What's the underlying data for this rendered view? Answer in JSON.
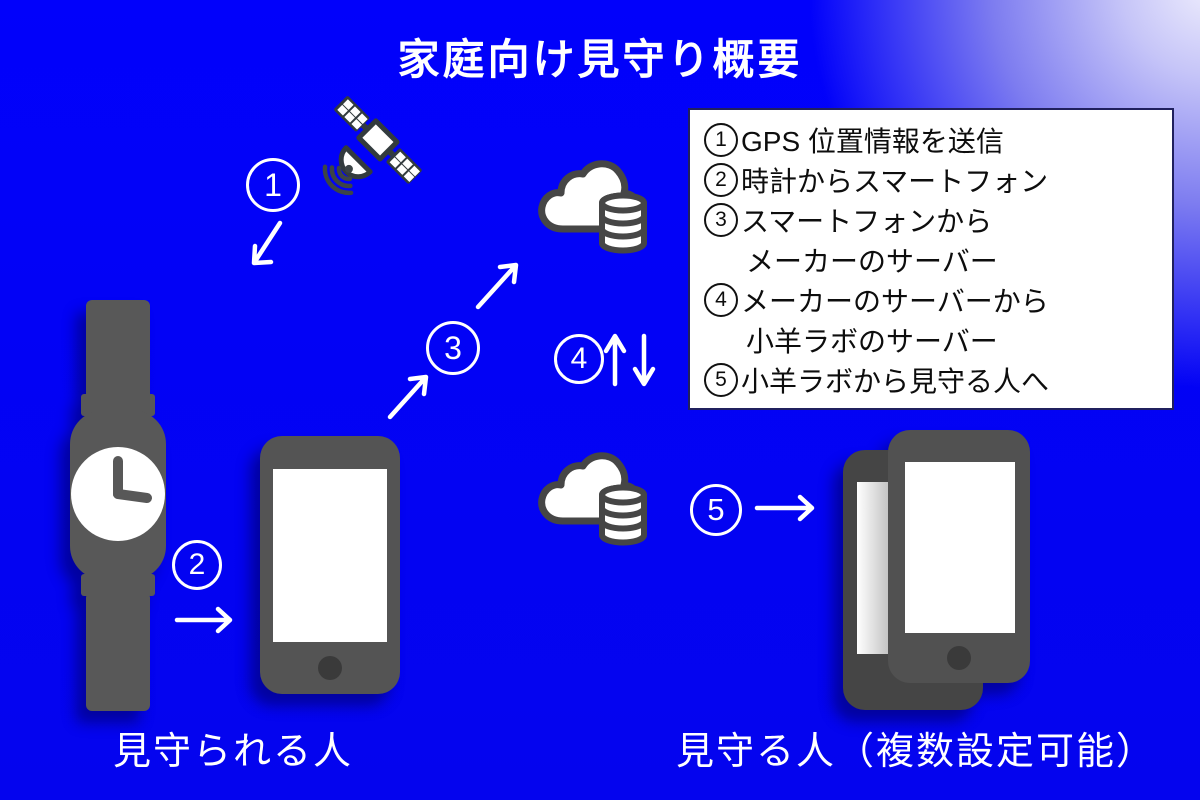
{
  "title": "家庭向け見守り概要",
  "steps": [
    "1",
    "2",
    "3",
    "4",
    "5"
  ],
  "legend": {
    "items": [
      {
        "n": "1",
        "line1": "GPS 位置情報を送信",
        "line2": ""
      },
      {
        "n": "2",
        "line1": "時計からスマートフォン",
        "line2": ""
      },
      {
        "n": "3",
        "line1": "スマートフォンから",
        "line2": "メーカーのサーバー"
      },
      {
        "n": "4",
        "line1": "メーカーのサーバーから",
        "line2": "小羊ラボのサーバー"
      },
      {
        "n": "5",
        "line1": "小羊ラボから見守る人へ",
        "line2": ""
      }
    ]
  },
  "labels": {
    "watched_person": "見守られる人",
    "watcher_person": "見守る人（複数設定可能）"
  },
  "icons": {
    "satellite": "satellite-icon",
    "watch": "watch-icon",
    "smartphone": "smartphone-icon",
    "cloud_top": "cloud-database-icon",
    "cloud_bottom": "cloud-database-icon",
    "smartphone_pair": "smartphone-pair-icon"
  },
  "colors": {
    "background_blue": "#0202f2",
    "corner_highlight": "#efeefd",
    "icon_gray": "#545454",
    "satellite_dark": "#333b3e",
    "cloud_outline": "#464646",
    "text_white": "#ffffff",
    "legend_bg": "#ffffff",
    "legend_border": "#20205e",
    "legend_text": "#0d0d0d"
  }
}
